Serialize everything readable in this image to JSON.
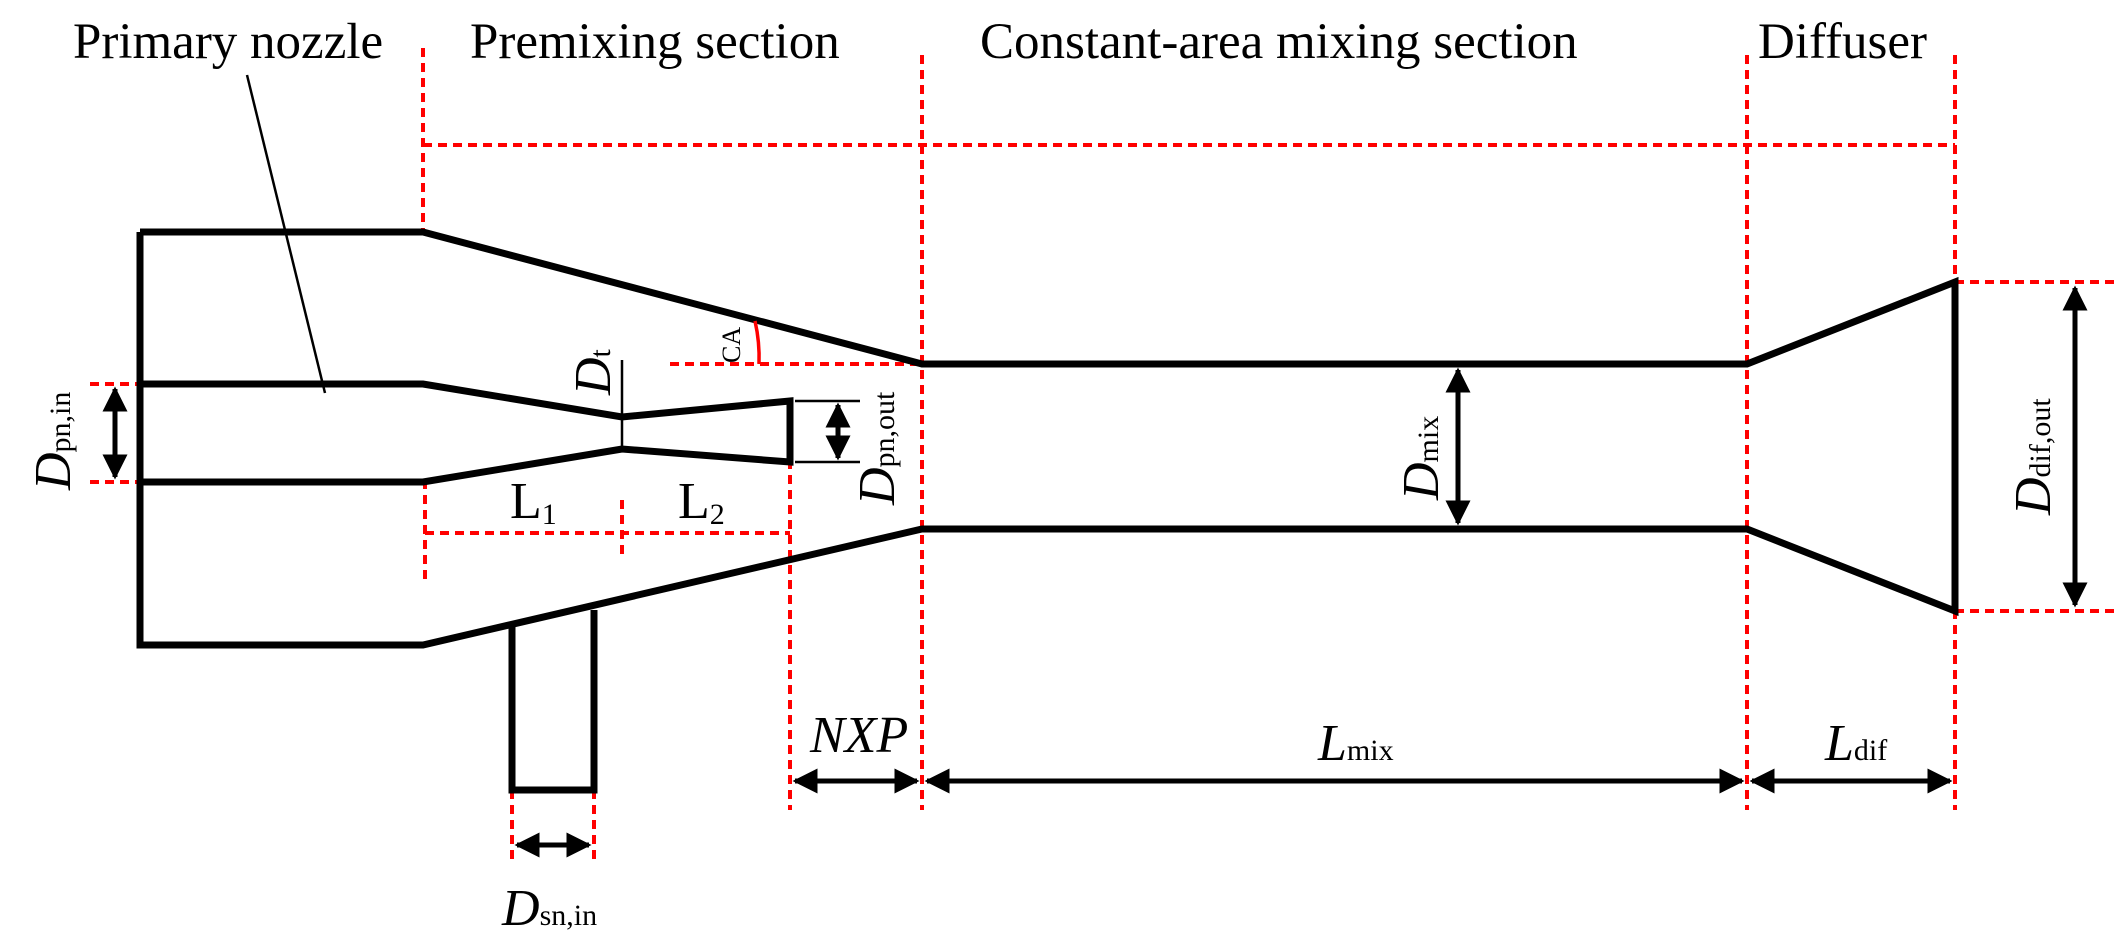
{
  "sections": {
    "primary_nozzle": "Primary nozzle",
    "premixing": "Premixing section",
    "mixing": "Constant-area mixing section",
    "diffuser": "Diffuser"
  },
  "dimensions": {
    "dpn_in": {
      "main": "D",
      "sub": "pn,in"
    },
    "dt": {
      "main": "D",
      "sub": "t"
    },
    "dpn_out": {
      "main": "D",
      "sub": "pn,out"
    },
    "dmix": {
      "main": "D",
      "sub": "mix"
    },
    "ddif_out": {
      "main": "D",
      "sub": "dif,out"
    },
    "dsn_in": {
      "main": "D",
      "sub": "sn,in"
    },
    "l1": {
      "main": "L",
      "sub": "1"
    },
    "l2": {
      "main": "L",
      "sub": "2"
    },
    "nxp": "NXP",
    "lmix": {
      "main": "L",
      "sub": "mix"
    },
    "ldif": {
      "main": "L",
      "sub": "dif"
    },
    "ca": "CA"
  },
  "colors": {
    "geometry": "#000000",
    "reference_lines": "#ff0000"
  }
}
